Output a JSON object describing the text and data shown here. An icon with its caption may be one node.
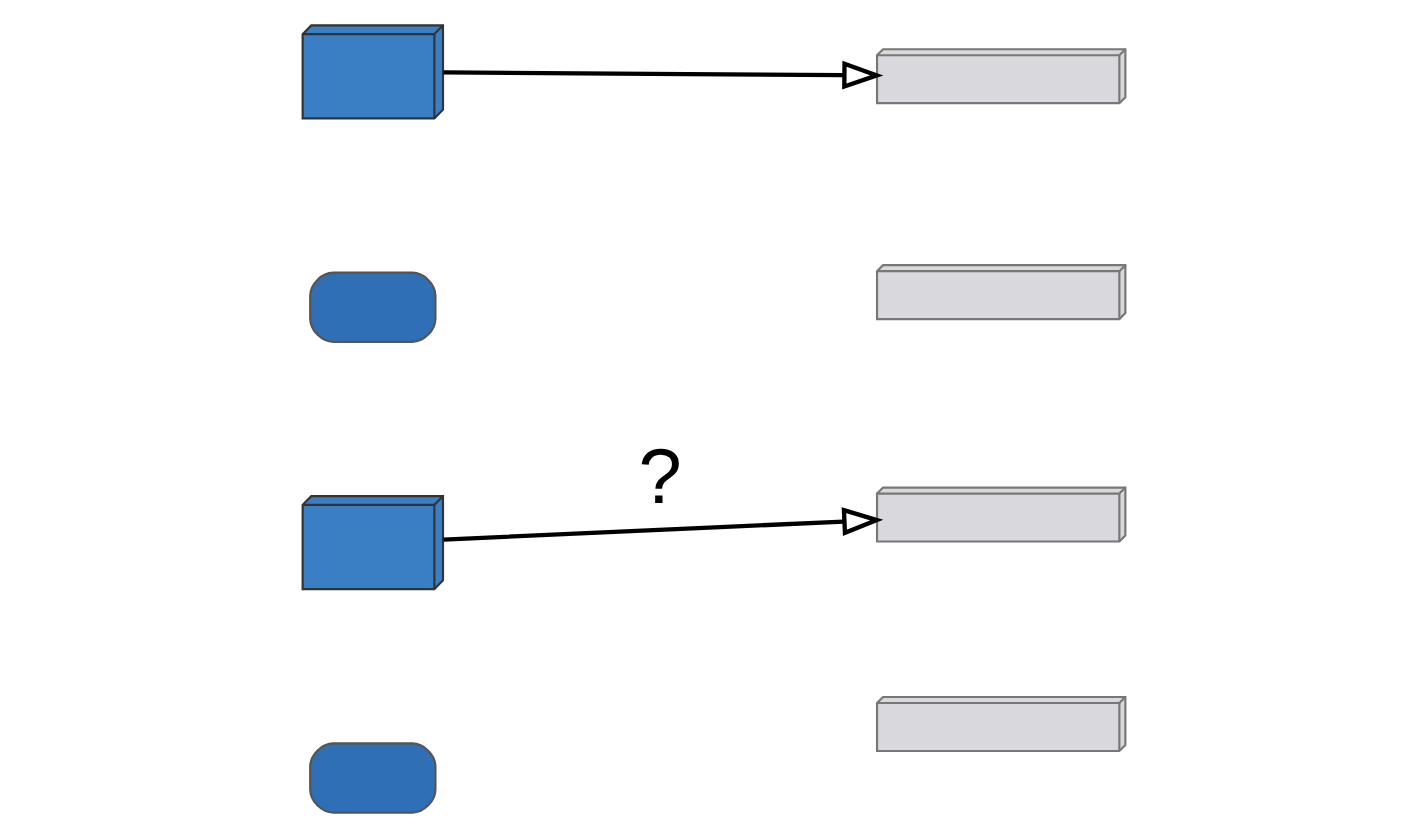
{
  "diagram": {
    "nodes": [
      {
        "text": [],
        "shape": "laptop"
      },
      {
        "text": [],
        "shape": "tablet"
      },
      {
        "text": [],
        "shape": "server"
      },
      {
        "text": [],
        "shape": "laptop"
      },
      {
        "text": [],
        "shape": "tablet"
      },
      {
        "text": [],
        "shape": "server"
      },
      {
        "text": [],
        "shape": "server"
      },
      {
        "text": [],
        "shape": "server"
      }
    ],
    "edges": [
      {
        "from": 0,
        "to": 2,
        "arrow": "to"
      },
      {
        "from": 3,
        "to": 6,
        "arrow": "to",
        "label": "?"
      }
    ]
  }
}
